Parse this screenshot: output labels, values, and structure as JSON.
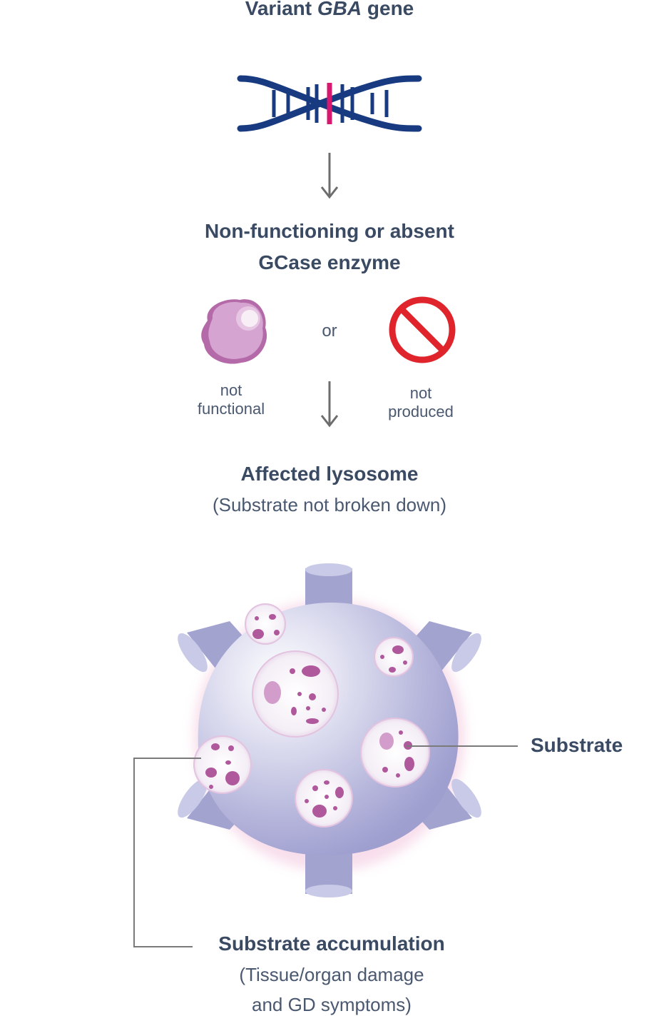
{
  "gene_title": {
    "prefix": "Variant ",
    "gene": "GBA",
    "suffix": " gene"
  },
  "enzyme_title": {
    "line1": "Non-functioning or absent",
    "line2": "GCase enzyme"
  },
  "or_label": "or",
  "not_functional": {
    "line1": "not",
    "line2": "functional"
  },
  "not_produced": {
    "line1": "not",
    "line2": "produced"
  },
  "lysosome_title": "Affected lysosome",
  "lysosome_sub": "(Substrate not broken down)",
  "substrate_label": "Substrate",
  "accumulation_title": "Substrate accumulation",
  "accumulation_sub": {
    "line1": "(Tissue/organ damage",
    "line2": "and GD symptoms)"
  },
  "colors": {
    "dna": "#173a80",
    "dna_highlight": "#d6186f",
    "arrow": "#6d6d6d",
    "prohibited": "#e0242c",
    "enzyme": "#c98fc2",
    "lysosome": "#a6a6d2",
    "substrate_spots": "#b0589c"
  }
}
